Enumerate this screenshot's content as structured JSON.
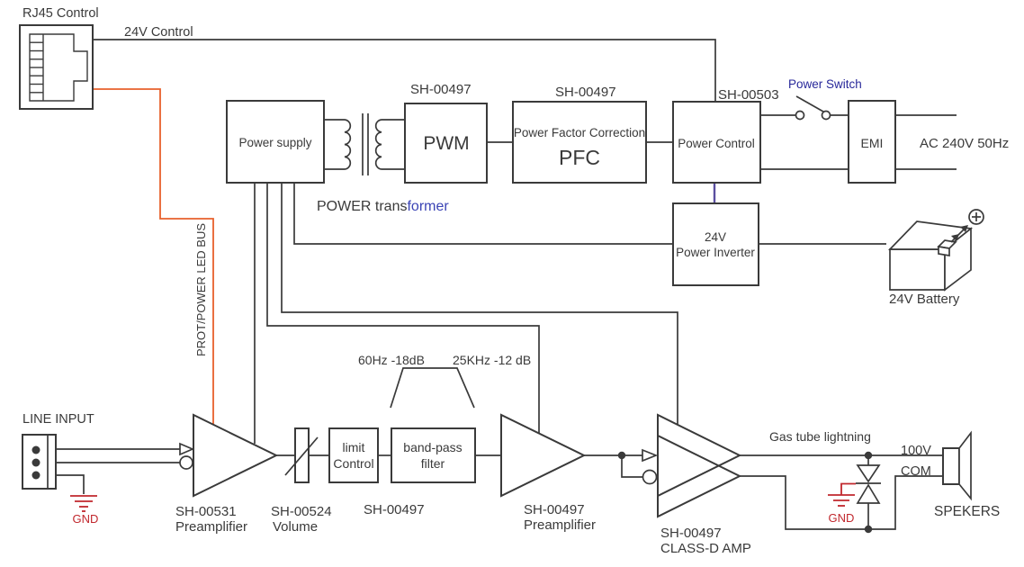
{
  "rj45": {
    "label": "RJ45 Control"
  },
  "control_line": {
    "label": "24V Control"
  },
  "power_supply": {
    "label": "Power supply"
  },
  "transformer": {
    "label_black": "POWER trans",
    "label_blue": "former"
  },
  "pwm": {
    "part": "SH-00497",
    "label": "PWM"
  },
  "pfc": {
    "part": "SH-00497",
    "line1": "Power Factor Correction",
    "line2": "PFC"
  },
  "power_control": {
    "part": "SH-00503",
    "label": "Power Control"
  },
  "power_switch": {
    "label": "Power Switch"
  },
  "emi": {
    "label": "EMI",
    "ac_label": "AC 240V 50Hz"
  },
  "inverter": {
    "line1": "24V",
    "line2": "Power Inverter"
  },
  "battery": {
    "label": "24V Battery"
  },
  "led_bus": {
    "label": "PROT/POWER LED BUS"
  },
  "line_input": {
    "label": "LINE INPUT",
    "gnd": "GND"
  },
  "preamp1": {
    "part": "SH-00531",
    "label": "Preamplifier"
  },
  "volume": {
    "part": "SH-00524",
    "label": "Volume"
  },
  "limit": {
    "line1": "limit",
    "line2": "Control",
    "part": "SH-00497"
  },
  "bandpass": {
    "line1": "band-pass",
    "line2": "filter",
    "freq_low": "60Hz -18dB",
    "freq_high": "25KHz -12 dB"
  },
  "preamp2": {
    "part": "SH-00497",
    "label": "Preamplifier"
  },
  "classd": {
    "part": "SH-00497",
    "label": "CLASS-D AMP"
  },
  "output": {
    "gas_tube": "Gas tube lightning",
    "v100": "100V",
    "com": "COM",
    "gnd": "GND",
    "speakers": "SPEKERS"
  },
  "colors": {
    "line": "#3a3a3a",
    "orange_bus": "#e8612c",
    "red_ground": "#c1272d",
    "blue_text": "#3b44b5",
    "purple_wire": "#5a4fa0",
    "switch_label": "#28289a",
    "background": "#ffffff"
  }
}
